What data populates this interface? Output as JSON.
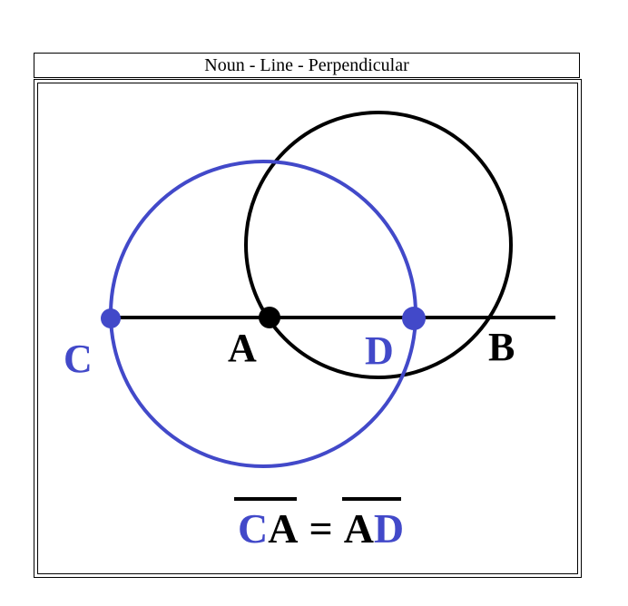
{
  "title": "Noun - Line - Perpendicular",
  "colors": {
    "blue": "#4249c9",
    "black": "#000000"
  },
  "labels": {
    "C": "C",
    "A": "A",
    "D": "D",
    "B": "B"
  },
  "equation": {
    "lhs_first": "C",
    "lhs_second": "A",
    "equals": "=",
    "rhs_first": "A",
    "rhs_second": "D"
  }
}
